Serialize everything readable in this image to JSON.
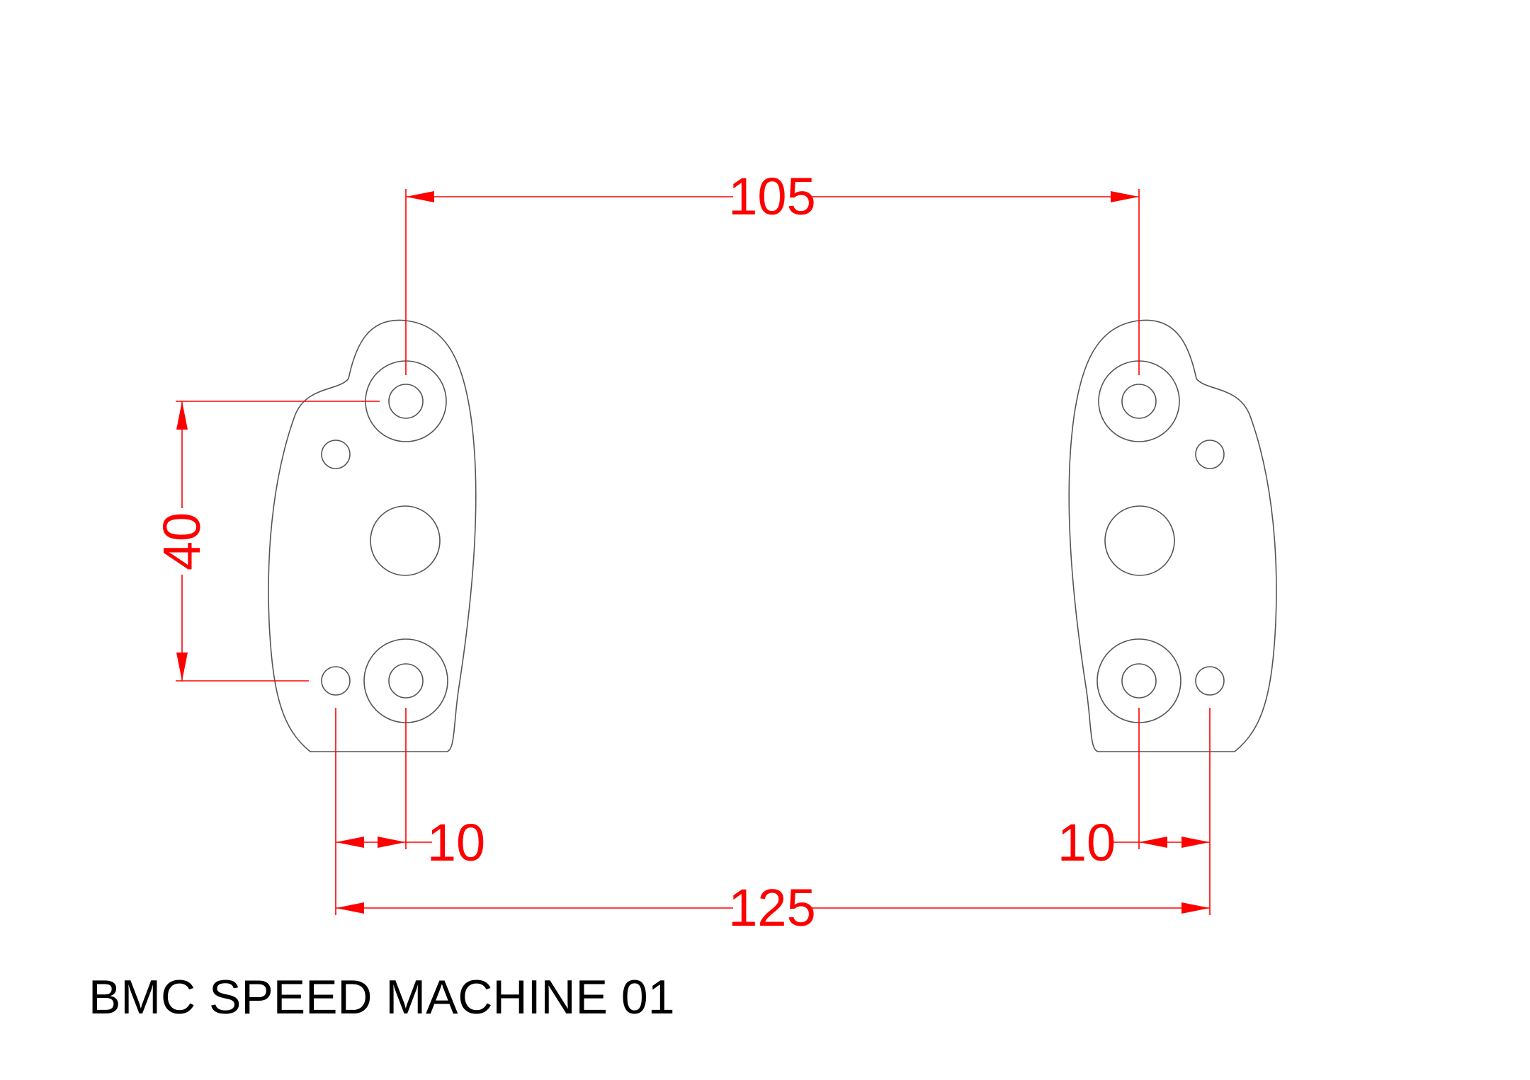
{
  "title": "BMC SPEED MACHINE 01",
  "dimensions": {
    "top_span": "105",
    "bottom_span": "125",
    "vertical_span": "40",
    "left_offset": "10",
    "right_offset": "10"
  },
  "colors": {
    "dimension": "#ff0000",
    "outline": "#555555",
    "text": "#000000",
    "background": "#ffffff"
  }
}
